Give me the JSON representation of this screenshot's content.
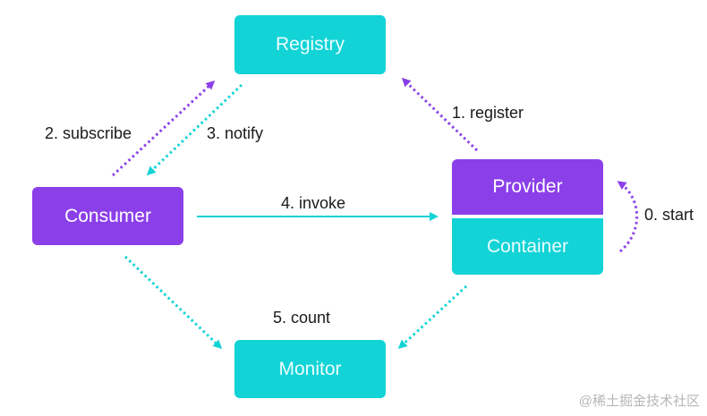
{
  "nodes": {
    "registry": "Registry",
    "consumer": "Consumer",
    "provider": "Provider",
    "container": "Container",
    "monitor": "Monitor"
  },
  "edges": {
    "start": "0. start",
    "register": "1. register",
    "subscribe": "2. subscribe",
    "notify": "3. notify",
    "invoke": "4. invoke",
    "count": "5. count"
  },
  "colors": {
    "teal": "#12d3d6",
    "purple": "#8b3fe9"
  },
  "watermark": "@稀土掘金技术社区"
}
